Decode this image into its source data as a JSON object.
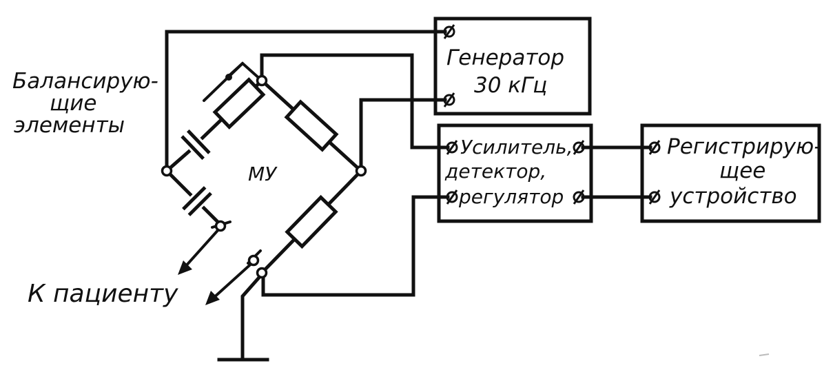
{
  "labels": {
    "generator_line1": "Генератор",
    "generator_line2": "30 кГц",
    "amplifier_line1": "Усилитель,",
    "amplifier_line2": "детектор,",
    "amplifier_line3": "регулятор",
    "recorder_line1": "Регистрирую-",
    "recorder_line2": "щее",
    "recorder_line3": "устройство",
    "balancing_line1": "Балансирую-",
    "balancing_line2": "щие",
    "balancing_line3": "элементы",
    "bridge": "МУ",
    "patient": "К пациенту"
  }
}
